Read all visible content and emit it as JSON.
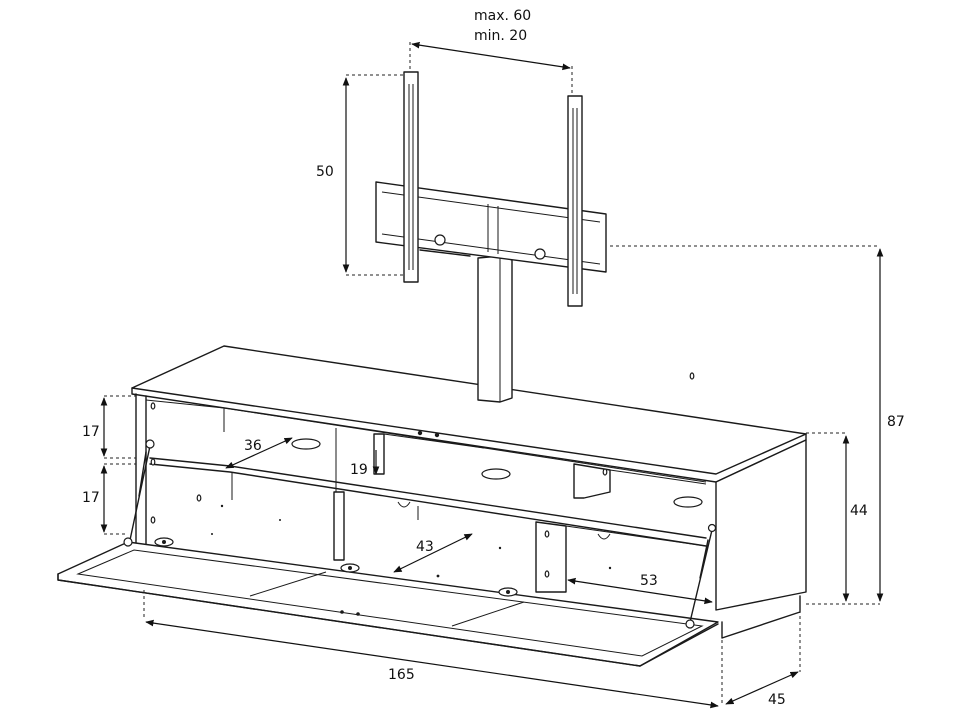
{
  "drawing": {
    "dimensions": {
      "spacing_max": "max. 60",
      "spacing_min": "min. 20",
      "bracket_height": "50",
      "total_height": "87",
      "cabinet_height": "44",
      "shelf_upper_height": "17",
      "shelf_lower_height": "17",
      "inner_depth_36": "36",
      "inner_gap_19": "19",
      "inner_width_43": "43",
      "inner_width_53": "53",
      "width": "165",
      "depth": "45"
    },
    "colors": {
      "line": "#1a1a1a",
      "background": "#ffffff"
    }
  }
}
